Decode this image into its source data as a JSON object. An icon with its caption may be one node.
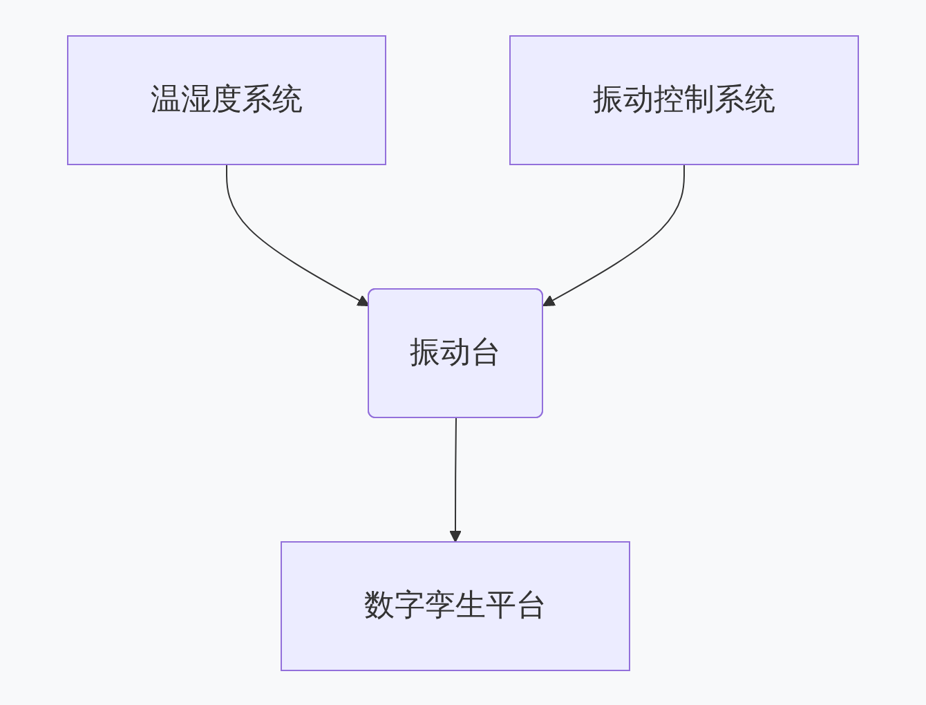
{
  "diagram": {
    "nodes": [
      {
        "text": [
          "温湿度系统"
        ]
      },
      {
        "text": [
          "振动控制系统"
        ]
      },
      {
        "text": [
          "振动台"
        ]
      },
      {
        "text": [
          "数字孪生平台"
        ]
      }
    ],
    "edges": [
      {
        "from": 0,
        "to": 2,
        "arrow": "to"
      },
      {
        "from": 1,
        "to": 2,
        "arrow": "to"
      },
      {
        "from": 2,
        "to": 3,
        "arrow": "to"
      }
    ]
  }
}
